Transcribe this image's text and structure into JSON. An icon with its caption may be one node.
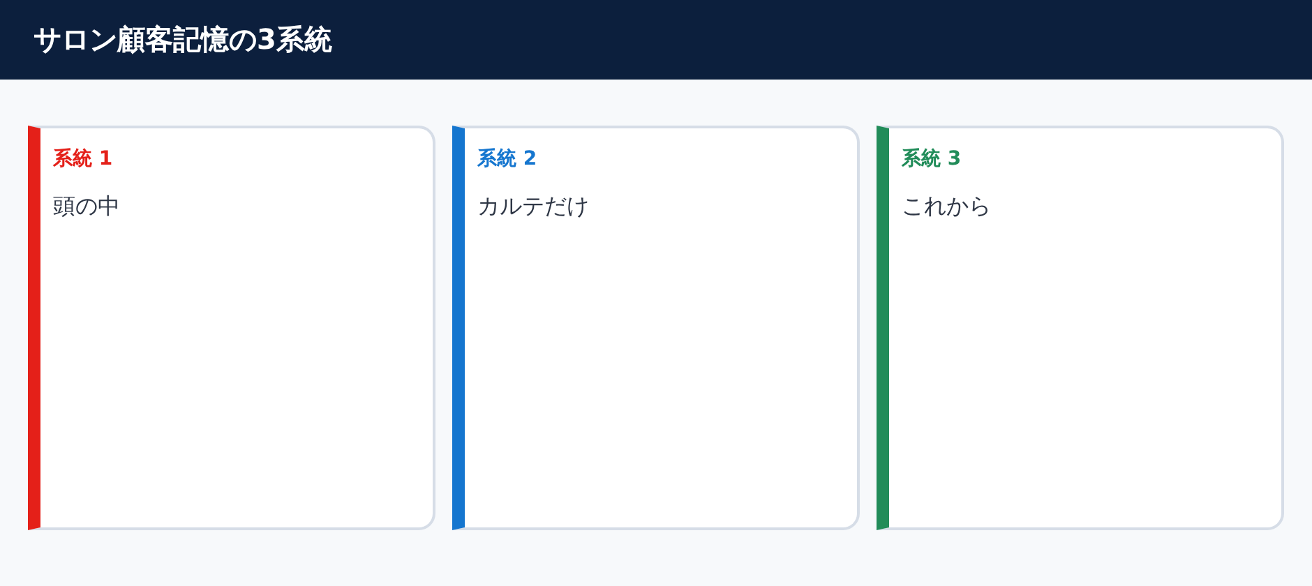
{
  "diagram": {
    "title": "サロン顧客記憶の3系統",
    "nodes": [
      {
        "text": [
          "系統 1",
          "頭の中"
        ]
      },
      {
        "text": [
          "系統 2",
          "カルテだけ"
        ]
      },
      {
        "text": [
          "系統 3",
          "これから"
        ]
      }
    ]
  }
}
